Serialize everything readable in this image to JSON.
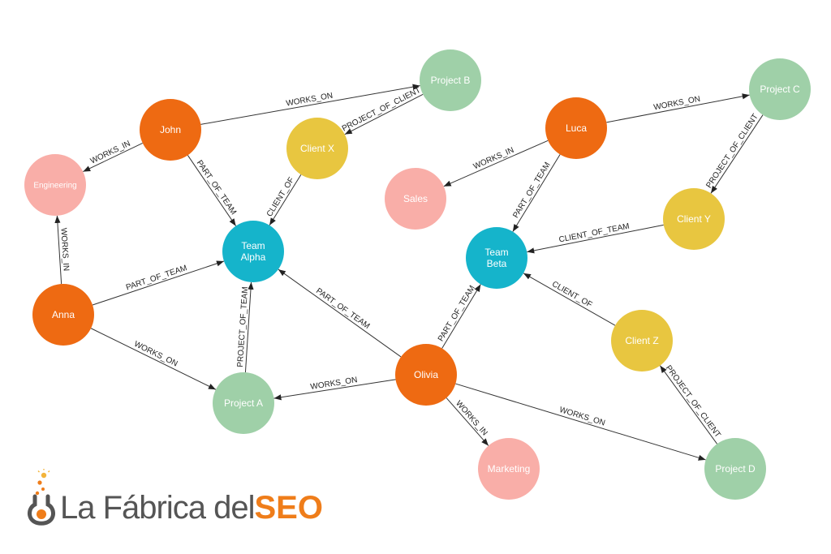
{
  "nodes": [
    {
      "id": "john",
      "label": "John",
      "color": "#ee6a12"
    },
    {
      "id": "anna",
      "label": "Anna",
      "color": "#ee6a12"
    },
    {
      "id": "luca",
      "label": "Luca",
      "color": "#ee6a12"
    },
    {
      "id": "olivia",
      "label": "Olivia",
      "color": "#ee6a12"
    },
    {
      "id": "engineering",
      "label": "Engineering",
      "color": "#f9aea8"
    },
    {
      "id": "sales",
      "label": "Sales",
      "color": "#f9aea8"
    },
    {
      "id": "marketing",
      "label": "Marketing",
      "color": "#f9aea8"
    },
    {
      "id": "clientx",
      "label": "Client X",
      "color": "#e8c640"
    },
    {
      "id": "clienty",
      "label": "Client Y",
      "color": "#e8c640"
    },
    {
      "id": "clientz",
      "label": "Client Z",
      "color": "#e8c640"
    },
    {
      "id": "projecta",
      "label": "Project A",
      "color": "#9fd0a8"
    },
    {
      "id": "projectb",
      "label": "Project B",
      "color": "#9fd0a8"
    },
    {
      "id": "projectc",
      "label": "Project C",
      "color": "#9fd0a8"
    },
    {
      "id": "projectd",
      "label": "Project D",
      "color": "#9fd0a8"
    },
    {
      "id": "teamalpha",
      "label": "Team\nAlpha",
      "color": "#15b4cb"
    },
    {
      "id": "teambeta",
      "label": "Team\nBeta",
      "color": "#15b4cb"
    }
  ],
  "edges": [
    {
      "from": "john",
      "to": "projectb",
      "label": "WORKS_ON"
    },
    {
      "from": "john",
      "to": "engineering",
      "label": "WORKS_IN"
    },
    {
      "from": "john",
      "to": "teamalpha",
      "label": "PART_OF_TEAM"
    },
    {
      "from": "projectb",
      "to": "clientx",
      "label": "PROJECT_OF_CLIENT"
    },
    {
      "from": "clientx",
      "to": "teamalpha",
      "label": "CLIENT_OF"
    },
    {
      "from": "anna",
      "to": "engineering",
      "label": "WORKS_IN"
    },
    {
      "from": "anna",
      "to": "teamalpha",
      "label": "PART_OF_TEAM"
    },
    {
      "from": "anna",
      "to": "projecta",
      "label": "WORKS_ON"
    },
    {
      "from": "projecta",
      "to": "teamalpha",
      "label": "PROJECT_OF_TEAM"
    },
    {
      "from": "olivia",
      "to": "teamalpha",
      "label": "PART_OF_TEAM"
    },
    {
      "from": "olivia",
      "to": "projecta",
      "label": "WORKS_ON"
    },
    {
      "from": "olivia",
      "to": "teambeta",
      "label": "PART_OF_TEAM"
    },
    {
      "from": "olivia",
      "to": "marketing",
      "label": "WORKS_IN"
    },
    {
      "from": "olivia",
      "to": "projectd",
      "label": "WORKS_ON"
    },
    {
      "from": "luca",
      "to": "projectc",
      "label": "WORKS_ON"
    },
    {
      "from": "luca",
      "to": "sales",
      "label": "WORKS_IN"
    },
    {
      "from": "luca",
      "to": "teambeta",
      "label": "PART_OF_TEAM"
    },
    {
      "from": "projectc",
      "to": "clienty",
      "label": "PROJECT_OF_CLIENT"
    },
    {
      "from": "clienty",
      "to": "teambeta",
      "label": "CLIENT_OF_TEAM"
    },
    {
      "from": "clientz",
      "to": "teambeta",
      "label": "CLIENT_OF"
    },
    {
      "from": "projectd",
      "to": "clientz",
      "label": "PROJECT_OF_CLIENT"
    }
  ],
  "logo": {
    "text_main": "La Fábrica del",
    "text_accent": "SEO",
    "color_text": "#555555",
    "color_accent": "#ef7d1a"
  }
}
